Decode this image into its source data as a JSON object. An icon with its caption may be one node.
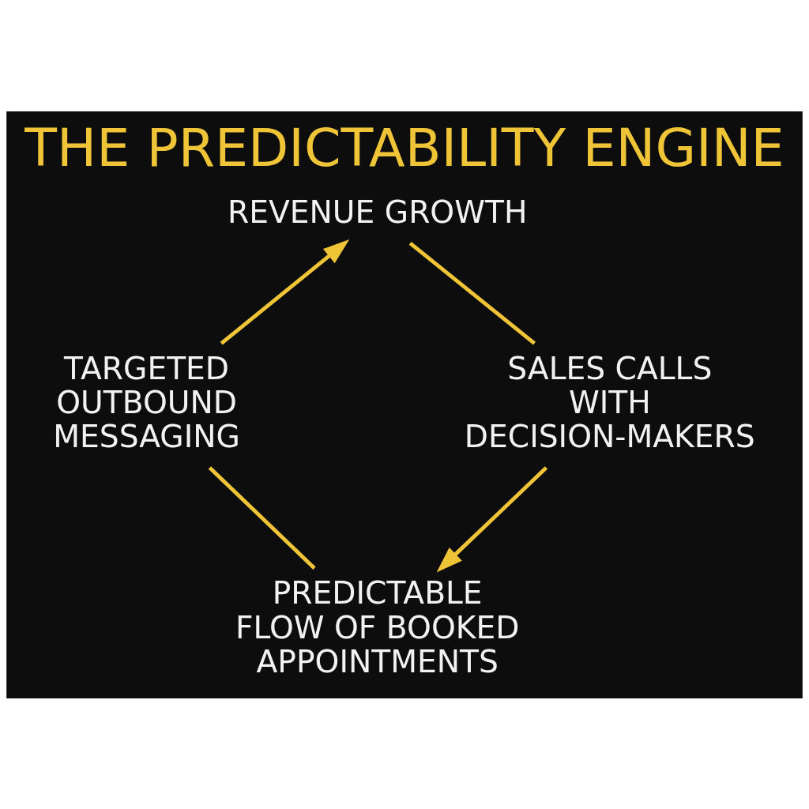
{
  "diagram": {
    "title": "THE PREDICTABILITY ENGINE",
    "nodes": [
      {
        "text": [
          "REVENUE GROWTH"
        ]
      },
      {
        "text": [
          "TARGETED OUTBOUND MESSAGING"
        ]
      },
      {
        "text": [
          "SALES CALLS WITH DECISION-MAKERS"
        ]
      },
      {
        "text": [
          "PREDICTABLE FLOW OF BOOKED APPOINTMENTS"
        ]
      }
    ],
    "edges": [
      {
        "from": 1,
        "to": 0,
        "arrow": "to"
      },
      {
        "from": 0,
        "to": 2,
        "arrow": "none"
      },
      {
        "from": 2,
        "to": 3,
        "arrow": "to"
      },
      {
        "from": 3,
        "to": 1,
        "arrow": "none"
      }
    ]
  }
}
